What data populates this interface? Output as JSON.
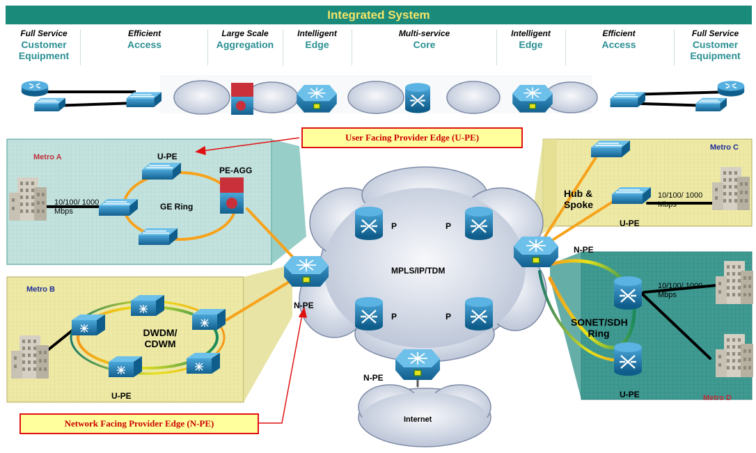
{
  "banner": {
    "title": "Integrated System"
  },
  "stages": [
    {
      "italic": "Full Service",
      "name": "Customer Equipment"
    },
    {
      "italic": "Efficient",
      "name": "Access"
    },
    {
      "italic": "Large Scale",
      "name": "Aggregation"
    },
    {
      "italic": "Intelligent",
      "name": "Edge"
    },
    {
      "italic": "Multi-service",
      "name": "Core"
    },
    {
      "italic": "Intelligent",
      "name": "Edge"
    },
    {
      "italic": "Efficient",
      "name": "Access"
    },
    {
      "italic": "Full Service",
      "name": "Customer Equipment"
    }
  ],
  "callouts": {
    "upe": "User Facing Provider Edge (U-PE)",
    "npe": "Network Facing Provider Edge (N-PE)"
  },
  "metros": {
    "a": {
      "title": "Metro A",
      "upe": "U-PE",
      "peagg": "PE-AGG",
      "ring": "GE  Ring",
      "speed": "10/100/ 1000 Mbps"
    },
    "b": {
      "title": "Metro B",
      "ring": "DWDM/ CDWM",
      "upe": "U-PE"
    },
    "c": {
      "title": "Metro C",
      "hub": "Hub & Spoke",
      "speed": "10/100/ 1000 Mbps",
      "upe": "U-PE"
    },
    "d": {
      "title": "Metro D",
      "ring": "SONET/SDH Ring",
      "speed": "10/100/ 1000 Mbps",
      "upe": "U-PE"
    }
  },
  "core": {
    "label": "MPLS/IP/TDM",
    "p1": "P",
    "p2": "P",
    "p3": "P",
    "p4": "P",
    "npe_left": "N-PE",
    "npe_right": "N-PE",
    "npe_bottom": "N-PE",
    "internet": "Internet"
  },
  "colors": {
    "banner": "#1a8a7a",
    "banner_text": "#f5e66a",
    "stage_name": "#2a8f92",
    "metro_teal": "#bfe0dc",
    "metro_khaki": "#eeeaa6",
    "link_orange": "#f7a21b",
    "device_blue": "#1f7fb4",
    "callout_border": "#e01010",
    "callout_fill": "#ffff9e"
  },
  "icons": [
    "router-icon",
    "switch-icon",
    "multilayer-switch-icon",
    "atm-switch-icon",
    "dwdm-icon",
    "building-icon",
    "cloud-icon"
  ]
}
